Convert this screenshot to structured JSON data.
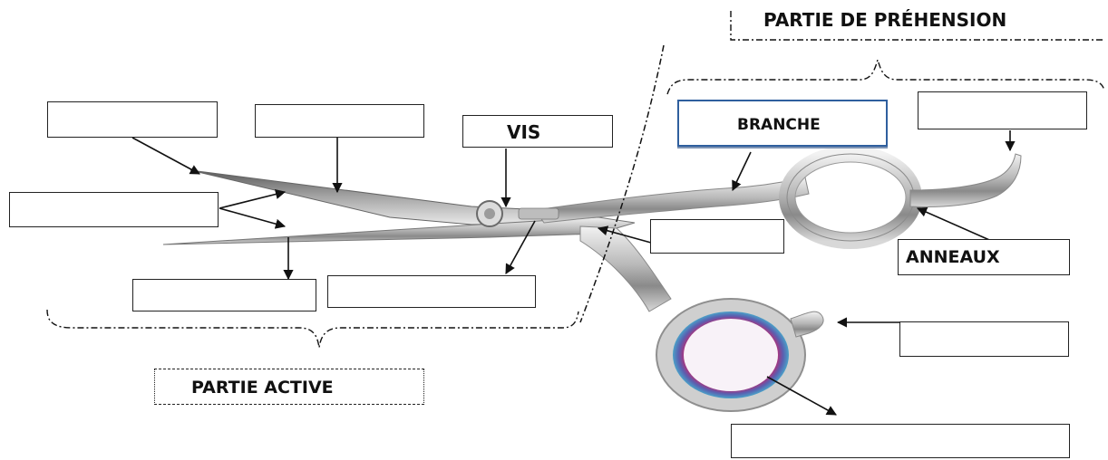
{
  "labels": {
    "prehension": "PARTIE DE PRÉHENSION",
    "active": "PARTIE ACTIVE",
    "vis": "VIS",
    "branche": "BRANCHE",
    "anneaux": "ANNEAUX"
  },
  "blank_boxes_count": 9
}
